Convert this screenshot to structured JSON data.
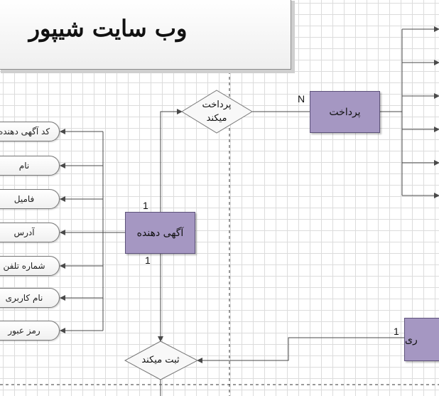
{
  "title": "وب سایت شیپور",
  "entities": {
    "advertiser": "آگهی دهنده",
    "payment": "پرداخت",
    "user_partial": "ری"
  },
  "relationships": {
    "pays": {
      "line1": "پرداخت",
      "line2": "میکند"
    },
    "registers": "ثبت میکند"
  },
  "attributes": [
    "کد آگهی دهنده",
    "نام",
    "فامیل",
    "آدرس",
    "شماره تلفن",
    "نام کاربری",
    "رمز عبور"
  ],
  "cardinalities": {
    "advertiser_top": "1",
    "advertiser_bottom": "1",
    "payment": "N",
    "user": "1"
  },
  "colors": {
    "entity_fill": "#a597c2",
    "line": "#4a4a4a",
    "grid": "#dcdcdc"
  }
}
